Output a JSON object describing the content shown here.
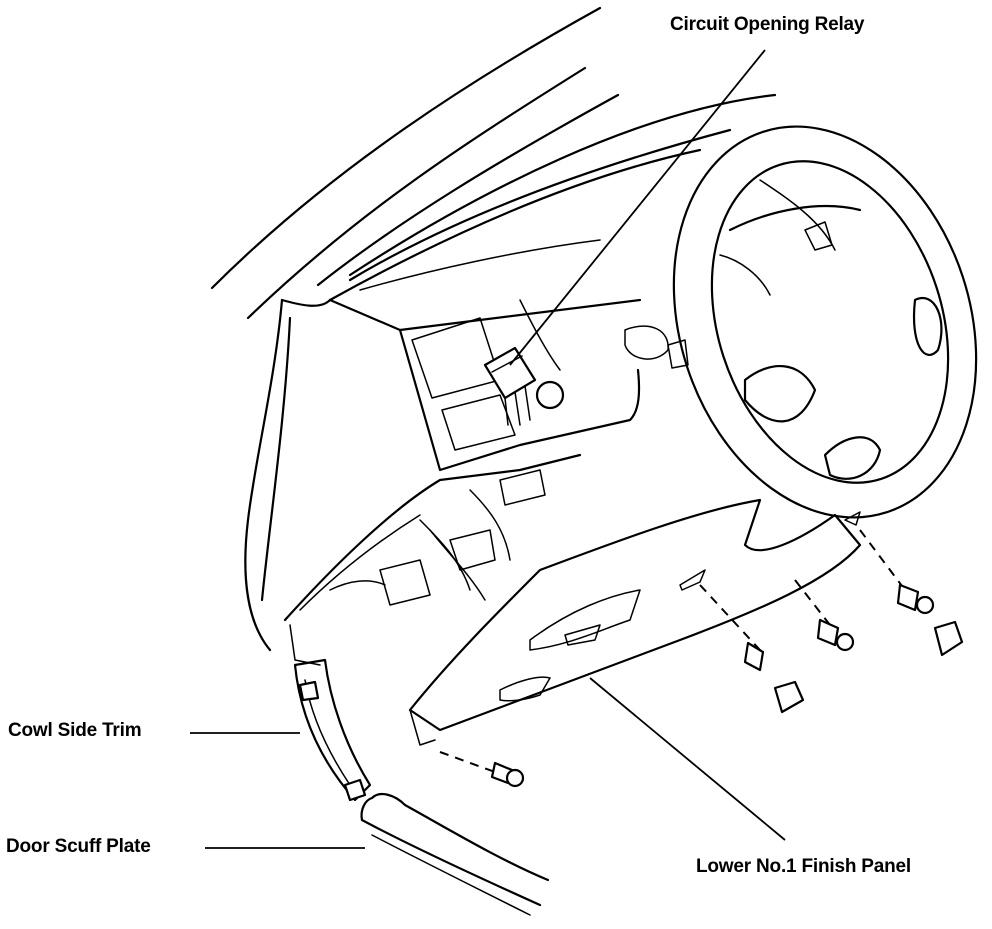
{
  "labels": {
    "circuit_opening_relay": "Circuit Opening Relay",
    "cowl_side_trim": "Cowl Side Trim",
    "door_scuff_plate": "Door Scuff Plate",
    "lower_finish_panel": "Lower No.1 Finish Panel"
  }
}
